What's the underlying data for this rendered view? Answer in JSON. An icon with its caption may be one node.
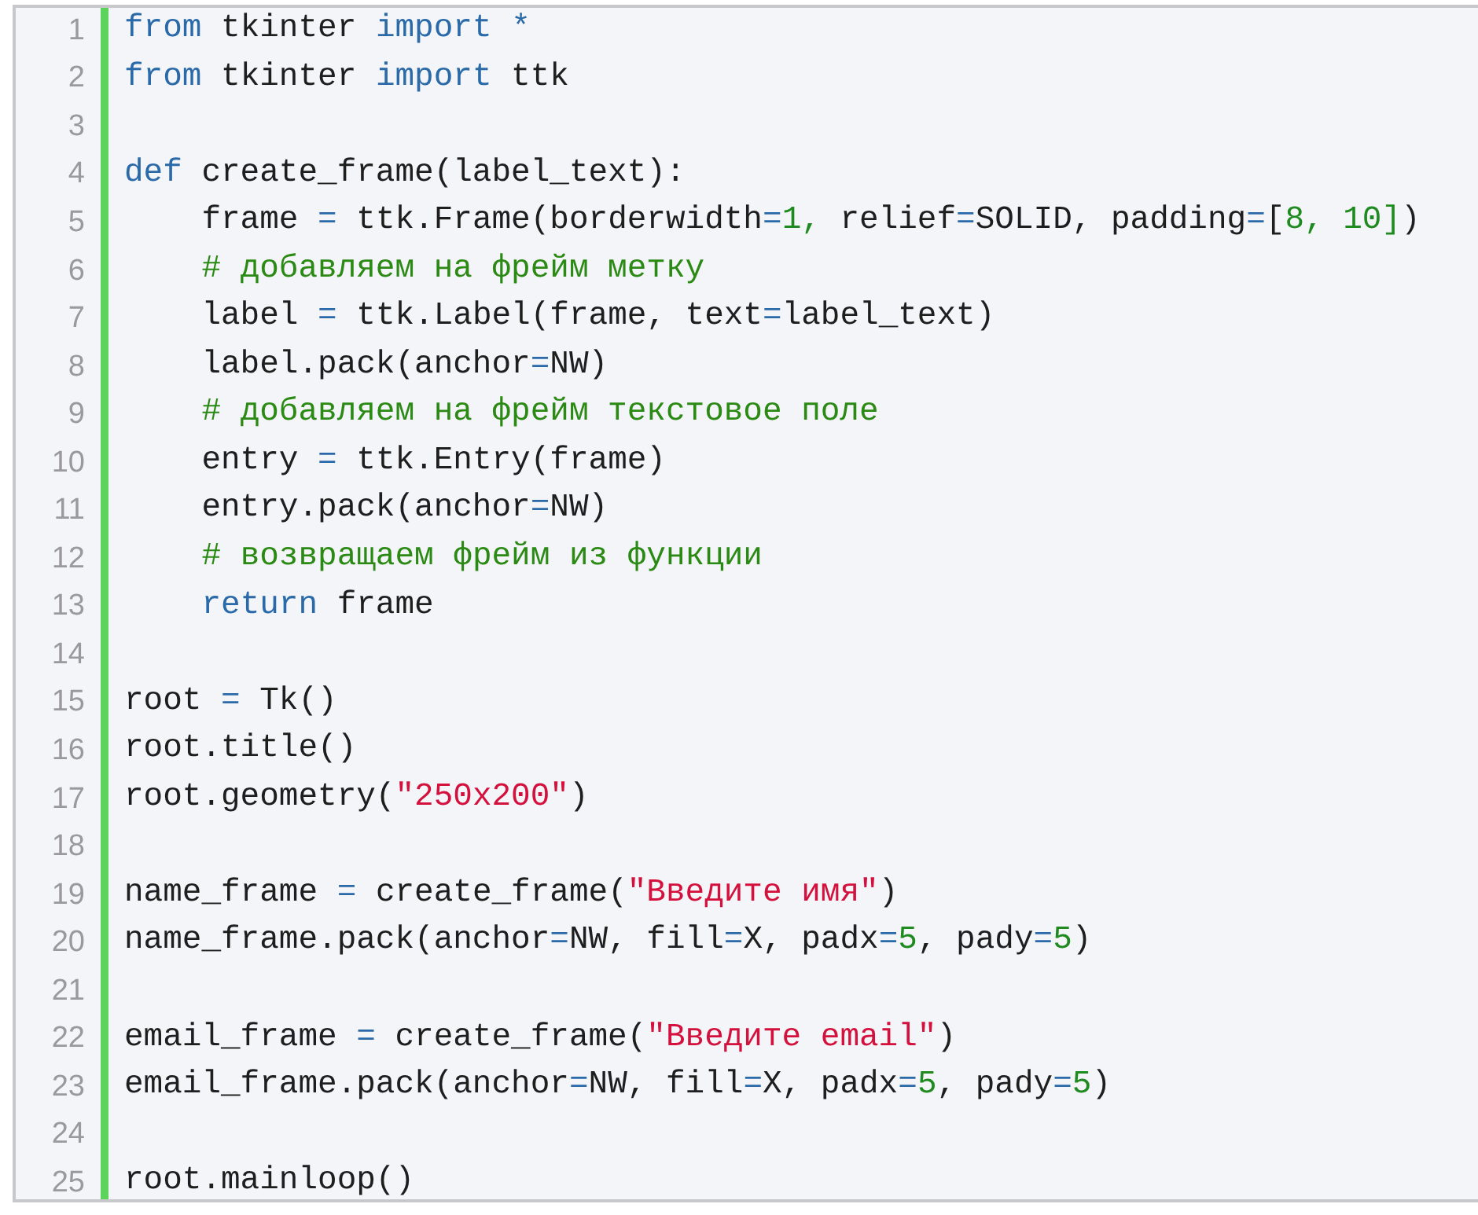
{
  "diagram": {
    "labels": [
      "1",
      "from tkinter import *",
      "2",
      "from tkinter import ttk",
      "3",
      "4",
      "def create_frame(label_text):",
      "5",
      "    frame = ttk.Frame(borderwidth=1, relief=SOLID, padding=[8, 10])",
      "6",
      "    # добавляем на фрейм метку",
      "7",
      "    label = ttk.Label(frame, text=label_text)",
      "8",
      "    label.pack(anchor=NW)",
      "9",
      "    # добавляем на фрейм текстовое поле",
      "10",
      "    entry = ttk.Entry(frame)",
      "11",
      "    entry.pack(anchor=NW)",
      "12",
      "    # возвращаем фрейм из функции",
      "13",
      "    return frame",
      "14",
      "15",
      "root = Tk()",
      "16",
      "root.title()",
      "17",
      "root.geometry(\"250x200\")",
      "18",
      "19",
      "name_frame = create_frame(\"Введите имя\")",
      "20",
      "name_frame.pack(anchor=NW, fill=X, padx=5, pady=5)",
      "21",
      "22",
      "email_frame = create_frame(\"Введите email\")",
      "23",
      "email_frame.pack(anchor=NW, fill=X, padx=5, pady=5)",
      "24",
      "25",
      "root.mainloop()"
    ]
  }
}
